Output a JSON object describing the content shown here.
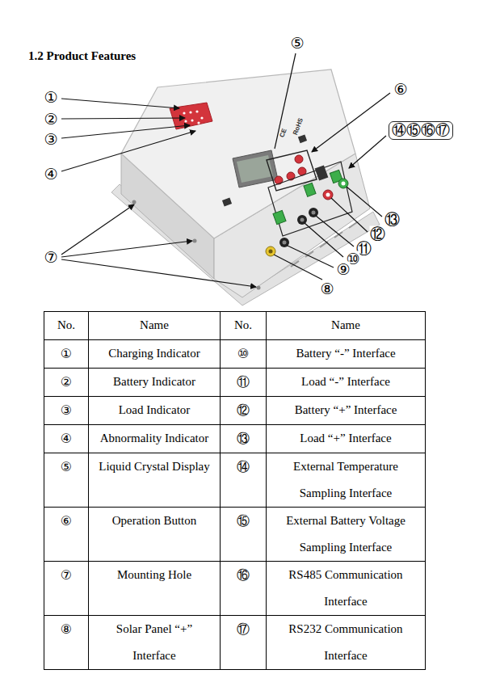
{
  "diagram": {
    "title": "1.2 Product Features",
    "nodes": [
      {
        "text": [
          "⑭⑮⑯⑰"
        ]
      }
    ],
    "labels": [
      "⑤",
      "⑥",
      "①",
      "②",
      "③",
      "④",
      "⑬",
      "⑦",
      "⑫",
      "⑪",
      "⑩",
      "⑨",
      "⑧",
      "CE",
      "RoHS",
      "No.",
      "Name",
      "No.",
      "Name",
      "①",
      "Charging Indicator",
      "⑩",
      "Battery “-” Interface",
      "②",
      "Battery Indicator",
      "⑪",
      "Load “-” Interface",
      "③",
      "Load Indicator",
      "⑫",
      "Battery “+” Interface",
      "④",
      "Abnormality Indicator",
      "⑬",
      "Load “+” Interface",
      "⑤",
      "Liquid Crystal Display",
      "⑭",
      "External Temperature Sampling Interface",
      "⑥",
      "Operation Button",
      "⑮",
      "External Battery Voltage Sampling Interface",
      "⑦",
      "Mounting Hole",
      "⑯",
      "RS485 Communication Interface",
      "⑧",
      "Solar Panel “+” Interface",
      "⑰",
      "RS232 Communication Interface"
    ]
  }
}
